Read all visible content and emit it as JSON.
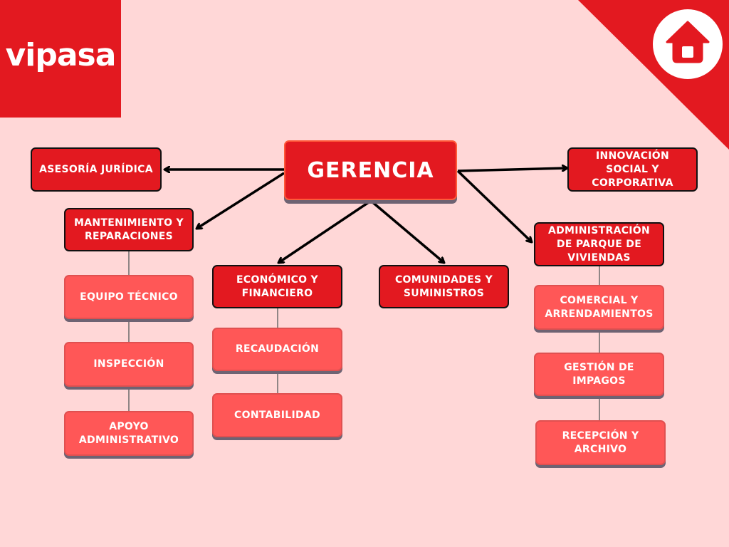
{
  "brand": {
    "logo_text": "vipasa",
    "accent": "#e31920",
    "light": "#ff5757",
    "background": "#ffd7d7"
  },
  "home_icon": "home-icon",
  "root": "GERENCIA",
  "departments": {
    "asesoria": "ASESORÍA JURÍDICA",
    "innovacion": "INNOVACIÓN SOCIAL Y CORPORATIVA",
    "mantenimiento": "MANTENIMIENTO Y REPARACIONES",
    "economico": "ECONÓMICO Y FINANCIERO",
    "comunidades": "COMUNIDADES Y SUMINISTROS",
    "administracion": "ADMINISTRACIÓN DE PARQUE DE VIVIENDAS"
  },
  "units": {
    "equipo": "EQUIPO TÉCNICO",
    "inspeccion": "INSPECCIÓN",
    "apoyo": "APOYO ADMINISTRATIVO",
    "recaudacion": "RECAUDACIÓN",
    "contabilidad": "CONTABILIDAD",
    "comercial": "COMERCIAL Y ARRENDAMIENTOS",
    "gestion": "GESTIÓN DE IMPAGOS",
    "recepcion": "RECEPCIÓN Y ARCHIVO"
  }
}
